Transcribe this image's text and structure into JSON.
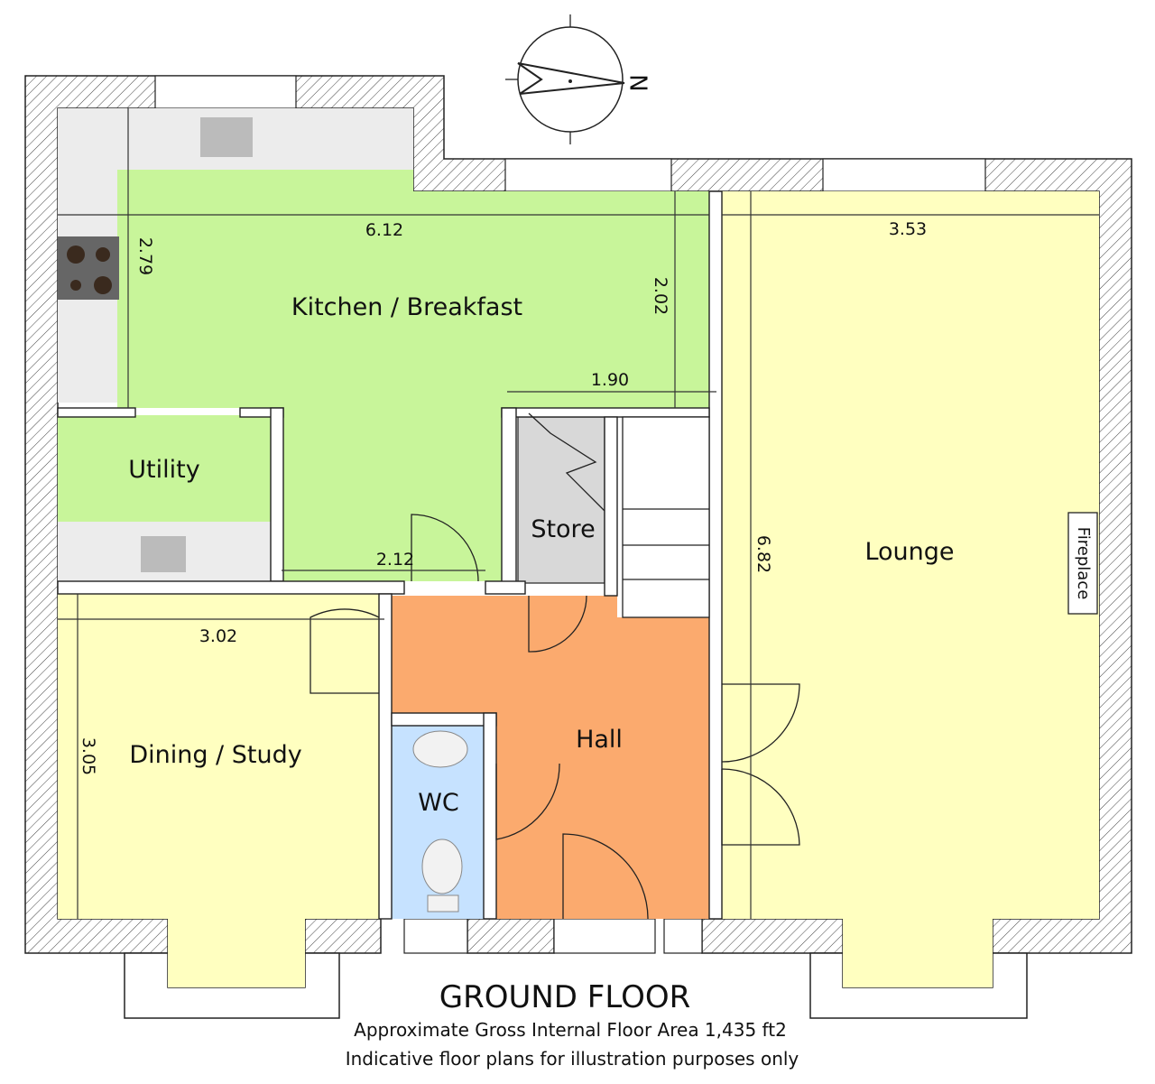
{
  "rooms": {
    "kitchen": "Kitchen / Breakfast",
    "utility": "Utility",
    "store": "Store",
    "lounge": "Lounge",
    "dining": "Dining / Study",
    "hall": "Hall",
    "wc": "WC"
  },
  "fireplace_label": "Fireplace",
  "compass_label": "N",
  "dimensions": {
    "kitchen_width": "6.12",
    "kitchen_depth": "2.79",
    "kitchen_inner_depth": "2.02",
    "store_top": "1.90",
    "kitchen_bottom": "2.12",
    "lounge_width": "3.53",
    "lounge_depth": "6.82",
    "dining_width": "3.02",
    "dining_depth": "3.05"
  },
  "footer": {
    "title": "GROUND FLOOR",
    "area": "Approximate Gross Internal Floor Area 1,435 ft2",
    "disclaimer": "Indicative floor plans for illustration purposes only"
  },
  "colors": {
    "kitchen": "#c8f59a",
    "lounge": "#ffffc0",
    "hall": "#fbaa6e",
    "wc": "#c6e2ff",
    "store": "#d8d8d8",
    "worktop": "#ececec",
    "wall": "#ffffff"
  }
}
